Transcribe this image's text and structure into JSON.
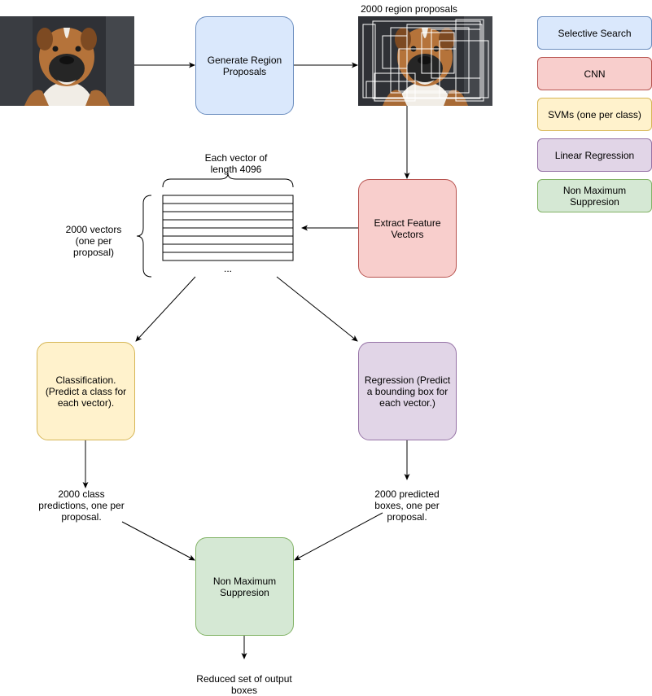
{
  "nodes": {
    "generate": "Generate Region Proposals",
    "extract": "Extract Feature Vectors",
    "classification": "Classification.\n(Predict a class for each vector).",
    "regression": "Regression (Predict a bounding box for each vector.)",
    "nms": "Non Maximum Suppresion"
  },
  "labels": {
    "region_proposals": "2000 region proposals",
    "vector_length": "Each vector of\nlength 4096",
    "vectors_count": "2000 vectors\n(one per\nproposal)",
    "ellipsis": "...",
    "class_predictions": "2000 class\npredictions, one per\nproposal.",
    "predicted_boxes": "2000 predicted\nboxes, one per\nproposal.",
    "output": "Reduced set of output\nboxes"
  },
  "legend": [
    {
      "label": "Selective Search",
      "color": "#dae8fc",
      "border": "#6c8ebf"
    },
    {
      "label": "CNN",
      "color": "#f8cecc",
      "border": "#b85450"
    },
    {
      "label": "SVMs (one per class)",
      "color": "#fff2cc",
      "border": "#d6b656"
    },
    {
      "label": "Linear Regression",
      "color": "#e1d5e7",
      "border": "#9673a6"
    },
    {
      "label": "Non Maximum\nSuppresion",
      "color": "#d5e8d4",
      "border": "#82b366"
    }
  ]
}
